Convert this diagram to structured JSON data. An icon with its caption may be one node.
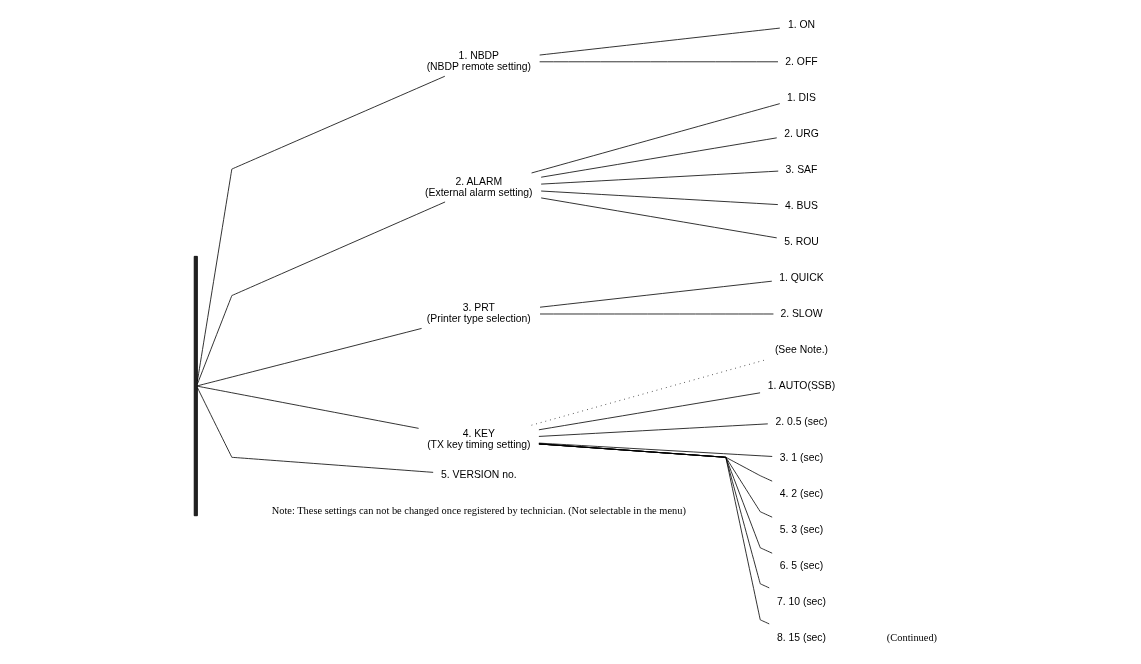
{
  "diagram": {
    "nodes": [
      {
        "text": [
          "1. NBDP",
          "(NBDP remote setting)"
        ]
      },
      {
        "text": [
          "1. ON"
        ]
      },
      {
        "text": [
          "2. OFF"
        ]
      },
      {
        "text": [
          "2. ALARM",
          "(External alarm setting)"
        ]
      },
      {
        "text": [
          "1. DIS"
        ]
      },
      {
        "text": [
          "2. URG"
        ]
      },
      {
        "text": [
          "3. SAF"
        ]
      },
      {
        "text": [
          "4. BUS"
        ]
      },
      {
        "text": [
          "5. ROU"
        ]
      },
      {
        "text": [
          "3. PRT",
          "(Printer type selection)"
        ]
      },
      {
        "text": [
          "1. QUICK"
        ]
      },
      {
        "text": [
          "2. SLOW"
        ]
      },
      {
        "text": [
          "4. KEY",
          "(TX key timing setting)"
        ]
      },
      {
        "text": [
          "(See Note.)"
        ]
      },
      {
        "text": [
          "5. VERSION no."
        ]
      },
      {
        "text": [
          "1. AUTO(SSB)"
        ]
      },
      {
        "text": [
          "2. 0.5 (sec)"
        ]
      },
      {
        "text": [
          "3. 1 (sec)"
        ]
      },
      {
        "text": [
          "4. 2 (sec)"
        ]
      },
      {
        "text": [
          "5. 3 (sec)"
        ]
      },
      {
        "text": [
          "6. 5 (sec)"
        ]
      },
      {
        "text": [
          "7. 10 (sec)"
        ]
      },
      {
        "text": [
          "8. 15 (sec)"
        ]
      },
      {
        "text": [],
        "shape": "bar"
      }
    ],
    "edges": [
      {
        "from": 23,
        "to": 0,
        "arrow": "none"
      },
      {
        "from": 23,
        "to": 3,
        "arrow": "none"
      },
      {
        "from": 23,
        "to": 9,
        "arrow": "none"
      },
      {
        "from": 23,
        "to": 12,
        "arrow": "none"
      },
      {
        "from": 23,
        "to": 14,
        "arrow": "none"
      },
      {
        "from": 0,
        "to": 1,
        "arrow": "none"
      },
      {
        "from": 0,
        "to": 2,
        "arrow": "none"
      },
      {
        "from": 3,
        "to": 4,
        "arrow": "none"
      },
      {
        "from": 3,
        "to": 5,
        "arrow": "none"
      },
      {
        "from": 3,
        "to": 6,
        "arrow": "none"
      },
      {
        "from": 3,
        "to": 7,
        "arrow": "none"
      },
      {
        "from": 3,
        "to": 8,
        "arrow": "none"
      },
      {
        "from": 9,
        "to": 10,
        "arrow": "none"
      },
      {
        "from": 9,
        "to": 11,
        "arrow": "none"
      },
      {
        "from": 12,
        "to": 13,
        "arrow": "none",
        "style": "dashed"
      },
      {
        "from": 12,
        "to": 15,
        "arrow": "none"
      },
      {
        "from": 12,
        "to": 16,
        "arrow": "none"
      },
      {
        "from": 12,
        "to": 17,
        "arrow": "none"
      },
      {
        "from": 12,
        "to": 18,
        "arrow": "none"
      },
      {
        "from": 12,
        "to": 19,
        "arrow": "none"
      },
      {
        "from": 12,
        "to": 20,
        "arrow": "none"
      },
      {
        "from": 12,
        "to": 21,
        "arrow": "none"
      },
      {
        "from": 12,
        "to": 22,
        "arrow": "none"
      }
    ],
    "labels": [
      "Note: These settings can not be changed once registered by technician. (Not selectable in the menu)",
      "(Continued)"
    ]
  }
}
